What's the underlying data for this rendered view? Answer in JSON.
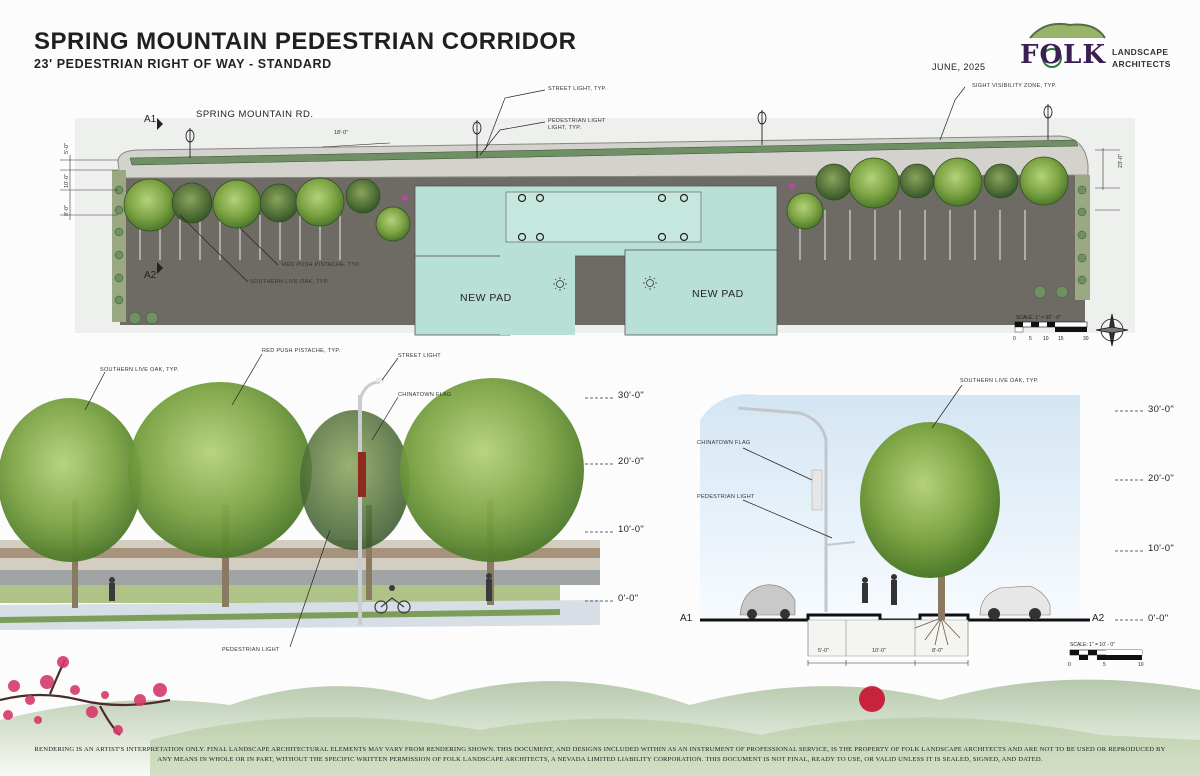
{
  "header": {
    "title": "SPRING MOUNTAIN PEDESTRIAN CORRIDOR",
    "subtitle": "23' PEDESTRIAN RIGHT OF WAY - STANDARD",
    "date": "JUNE, 2025"
  },
  "logo": {
    "mark": "FOLK",
    "line1": "LANDSCAPE",
    "line2": "ARCHITECTS"
  },
  "plan": {
    "road_label": "SPRING MOUNTAIN RD.",
    "section_a1": "A1",
    "section_a2": "A2",
    "dim_spacing": "18'-0\"",
    "dim_left_1": "5'-0\"",
    "dim_left_2": "10'-0\"",
    "dim_left_3": "8'-0\"",
    "dim_right": "23'-0\"",
    "callout_street_light": "STREET LIGHT, TYP.",
    "callout_ped_light_1": "PEDESTRIAN LIGHT",
    "callout_ped_light_2": "LIGHT, TYP.",
    "callout_sight": "SIGHT VISIBILITY ZONE, TYP.",
    "callout_pistache": "RED PUSH PISTACHE, TYP.",
    "callout_live_oak": "SOUTHERN LIVE OAK, TYP.",
    "pad_left": "NEW PAD",
    "pad_right": "NEW PAD",
    "scale_label": "SCALE: 1\" = 30' - 0\"",
    "scale_ticks": [
      "0",
      "5",
      "10",
      "15",
      "30"
    ]
  },
  "elevation": {
    "callout_live_oak": "SOUTHERN LIVE OAK, TYP.",
    "callout_pistache": "RED PUSH PISTACHE, TYP.",
    "callout_street_light": "STREET LIGHT",
    "callout_flag": "CHINATOWN FLAG",
    "callout_ped_light": "PEDESTRIAN LIGHT",
    "levels": [
      "30'-0\"",
      "20'-0\"",
      "10'-0\"",
      "0'-0\""
    ]
  },
  "section": {
    "callout_live_oak": "SOUTHERN LIVE OAK, TYP.",
    "callout_flag": "CHINATOWN FLAG",
    "callout_ped_light": "PEDESTRIAN LIGHT",
    "label_a1": "A1",
    "label_a2": "A2",
    "dims": [
      "5'-0\"",
      "10'-0\"",
      "8'-0\""
    ],
    "levels": [
      "30'-0\"",
      "20'-0\"",
      "10'-0\"",
      "0'-0\""
    ],
    "scale_label": "SCALE: 1\" = 10' - 0\"",
    "scale_ticks": [
      "0",
      "5",
      "10"
    ]
  },
  "footer": {
    "disclaimer": "RENDERING IS AN ARTIST'S INTERPRETATION ONLY. FINAL LANDSCAPE ARCHITECTURAL ELEMENTS MAY VARY FROM RENDERING SHOWN. THIS DOCUMENT, AND DESIGNS INCLUDED WITHIN AS AN INSTRUMENT OF PROFESSIONAL SERVICE, IS THE PROPERTY OF FOLK LANDSCAPE ARCHITECTS AND ARE NOT TO BE USED OR REPRODUCED BY ANY MEANS IN WHOLE OR IN PART, WITHOUT THE SPECIFIC WRITTEN PERMISSION OF FOLK LANDSCAPE ARCHITECTS, A NEVADA LIMITED LIABILITY CORPORATION. THIS DOCUMENT IS NOT FINAL, READY TO USE, OR VALID UNLESS IT IS SEALED, SIGNED, AND DATED."
  },
  "colors": {
    "pad_fill": "#b9e0d6",
    "tree_green": "#6f9a3c",
    "paving": "#cfcfcb",
    "soil": "#6b655e",
    "logo_purple": "#3a1f55",
    "accent_red": "#c8102e"
  }
}
